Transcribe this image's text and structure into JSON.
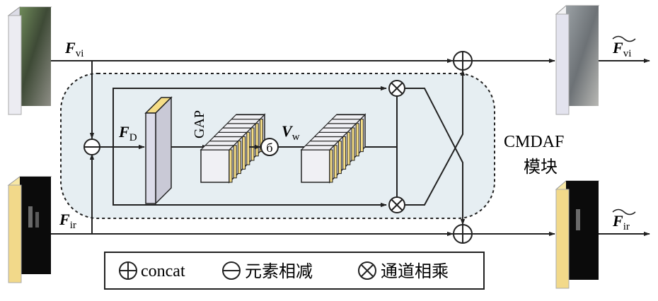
{
  "diagram": {
    "input_vi": "F",
    "input_vi_sub": "vi",
    "input_ir": "F",
    "input_ir_sub": "ir",
    "diff": "F",
    "diff_sub": "D",
    "gap": "GAP",
    "sigma": "б",
    "weight": "V",
    "weight_sub": "w",
    "output_vi": "F",
    "output_vi_sub": "vi",
    "output_ir": "F",
    "output_ir_sub": "ir",
    "module_line1": "CMDAF",
    "module_line2": "模块"
  },
  "legend": {
    "concat": "concat",
    "subtract": "元素相减",
    "multiply": "通道相乘"
  },
  "colors": {
    "module_bg": "#e6eef2",
    "feature_top": "#f5dd86",
    "feature_face": "#dcdce9",
    "cube_face": "#f0f0f4",
    "stroke": "#222222"
  }
}
